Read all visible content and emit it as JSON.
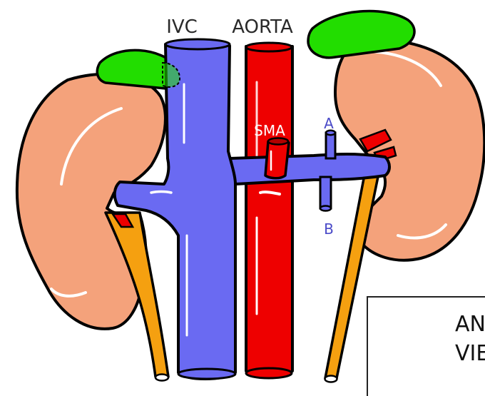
{
  "labels": {
    "ivc": "IVC",
    "aorta": "AORTA",
    "sma": "SMA",
    "a": "A",
    "b": "B",
    "caption_line1": "AN",
    "caption_line2": "VIE"
  },
  "colors": {
    "kidney": "#F4A27B",
    "adrenal": "#22DD00",
    "ivc": "#6A6AF2",
    "aorta": "#EE0000",
    "ureter": "#F5A010",
    "outline": "#000000",
    "label_dark": "#2a2a2a",
    "label_on_aorta": "#ffffff",
    "label_veins": "#4a4ac8",
    "highlight": "#ffffff"
  },
  "icons": {
    "kidney_left": "left-kidney-icon",
    "kidney_right": "right-kidney-icon"
  }
}
